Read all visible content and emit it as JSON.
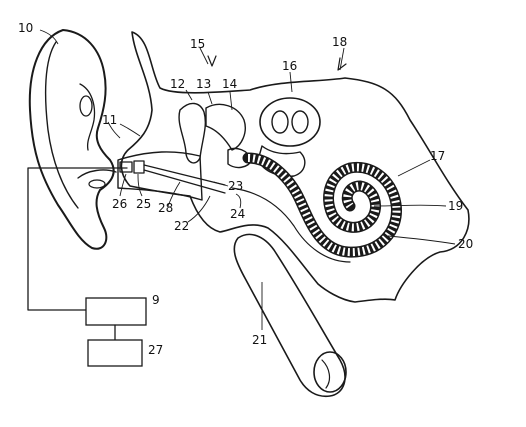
{
  "labels": {
    "n10": "10",
    "n11": "11",
    "n12": "12",
    "n13": "13",
    "n14": "14",
    "n15": "15",
    "n16": "16",
    "n17": "17",
    "n18": "18",
    "n19": "19",
    "n20": "20",
    "n21": "21",
    "n22": "22",
    "n23": "23",
    "n24": "24",
    "n25": "25",
    "n26": "26",
    "n27": "27",
    "n28": "28",
    "n9": "9"
  },
  "colors": {
    "ink": "#1a1a1a",
    "stipple": "#d9d9d9",
    "paper": "#ffffff"
  }
}
